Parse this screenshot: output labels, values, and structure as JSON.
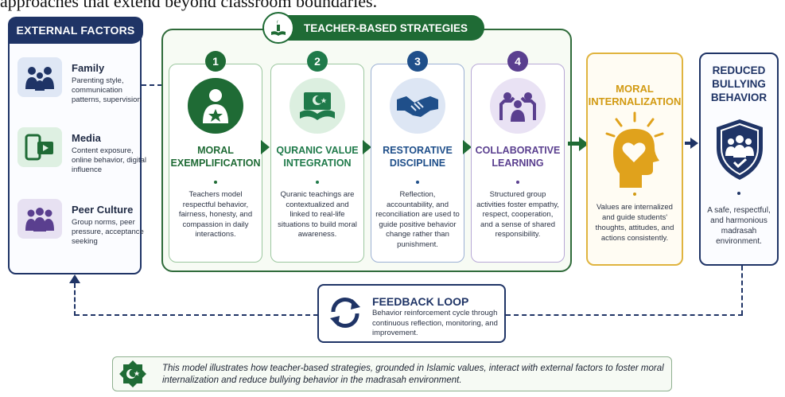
{
  "top_text": "approaches that extend beyond classroom boundaries.",
  "external": {
    "header": "EXTERNAL FACTORS",
    "factors": [
      {
        "title": "Family",
        "desc": "Parenting style, communication patterns, supervision",
        "icon": "family-icon"
      },
      {
        "title": "Media",
        "desc": "Content exposure, online behavior, digital influence",
        "icon": "devices-icon"
      },
      {
        "title": "Peer Culture",
        "desc": "Group norms, peer pressure, acceptance seeking",
        "icon": "peer-group-icon"
      }
    ]
  },
  "strategies": {
    "header": "TEACHER-BASED STRATEGIES",
    "cards": [
      {
        "num": "1",
        "title": "MORAL EXEMPLIFICATION",
        "desc": "Teachers model respectful behavior, fairness, honesty, and compassion in daily interactions.",
        "color": "#1f6b35",
        "icon": "teacher-star-icon"
      },
      {
        "num": "2",
        "title": "QURANIC VALUE INTEGRATION",
        "desc": "Quranic teachings are contextualized and linked to real-life situations to build moral awareness.",
        "color": "#1f7a4a",
        "icon": "quran-book-icon"
      },
      {
        "num": "3",
        "title": "RESTORATIVE DISCIPLINE",
        "desc": "Reflection, accountability, and reconciliation are used to guide positive behavior change rather than punishment.",
        "color": "#1f4f8a",
        "icon": "handshake-icon"
      },
      {
        "num": "4",
        "title": "COLLABORATIVE LEARNING",
        "desc": "Structured group activities foster empathy, respect, cooperation, and a sense of shared responsibility.",
        "color": "#5a3f8f",
        "icon": "group-hands-icon"
      }
    ]
  },
  "moral": {
    "title": "MORAL INTERNALIZATION",
    "desc": "Values are internalized and guide students' thoughts, attitudes, and actions consistently.",
    "icon": "head-heart-icon"
  },
  "reduced": {
    "title": "REDUCED BULLYING BEHAVIOR",
    "desc": "A safe, respectful, and harmonious madrasah environment.",
    "icon": "shield-people-icon"
  },
  "feedback": {
    "title": "FEEDBACK LOOP",
    "desc": "Behavior reinforcement cycle through continuous reflection, monitoring, and improvement.",
    "icon": "cycle-arrows-icon"
  },
  "caption": "This model illustrates how teacher-based strategies, grounded in Islamic values, interact with external factors to foster moral internalization and reduce bullying behavior in the madrasah environment.",
  "colors": {
    "navy": "#1f3466",
    "green": "#1f6b35",
    "gold": "#d29a12",
    "purple": "#5a3f8f"
  }
}
